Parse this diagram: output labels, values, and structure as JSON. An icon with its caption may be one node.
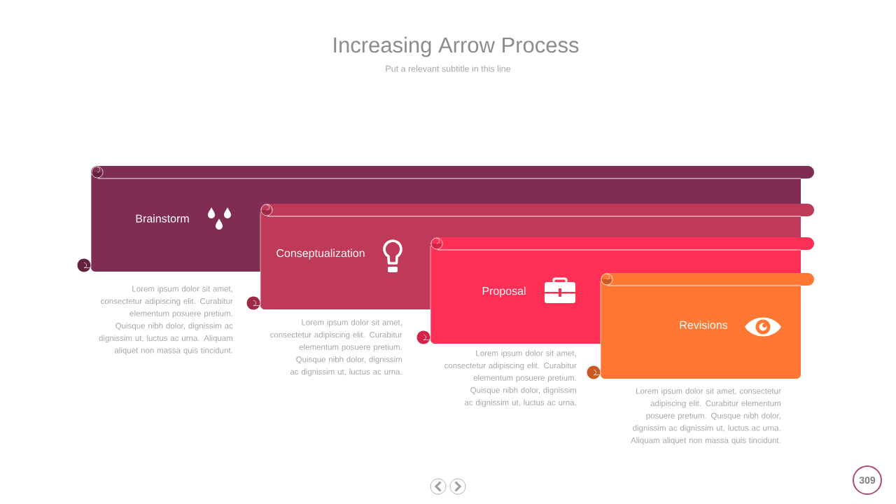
{
  "diagram": {
    "title": "Increasing Arrow Process",
    "nodes": [
      {
        "text": [
          "Brainstorm"
        ],
        "beside": [
          "Lorem ipsum dolor sit amet, consectetur adipiscing elit. Curabitur elementum posuere pretium. Quisque nibh dolor, dignissim ac dignissim ut, luctus ac urna. Aliquam aliquet non massa quis tincidunt."
        ]
      },
      {
        "text": [
          "Conseptualization"
        ],
        "beside": [
          "Lorem ipsum dolor sit amet, consectetur adipiscing elit. Curabitur elementum posuere pretium. Quisque nibh dolor, dignissim ac dignissim ut, luctus ac urna."
        ]
      },
      {
        "text": [
          "Proposal"
        ],
        "beside": [
          "Lorem ipsum dolor sit amet, consectetur adipiscing elit. Curabitur elementum posuere pretium. Quisque nibh dolor, dignissim ac dignissim ut, luctus ac urna."
        ]
      },
      {
        "text": [
          "Revisions"
        ],
        "beside": [
          "Lorem ipsum dolor sit amet, consectetur adipiscing elit. Curabitur elementum posuere pretium. Quisque nibh dolor, dignissim ac dignissim ut, luctus ac urna. Aliquam aliquet non massa quis tincidunt."
        ]
      }
    ],
    "labels": [
      "Put a relevant subtitle in this line",
      "309"
    ]
  }
}
